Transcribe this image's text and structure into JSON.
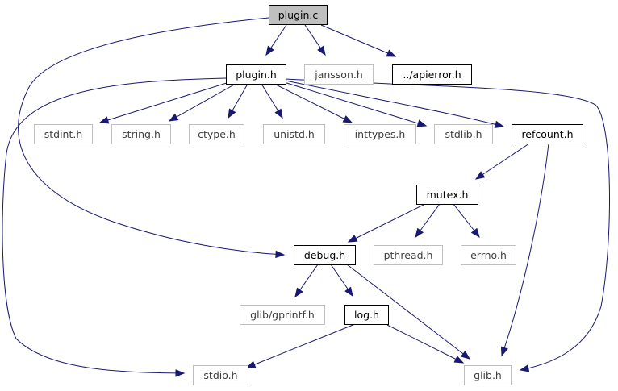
{
  "graph": {
    "colors": {
      "edge": "#191970",
      "focus_fill": "#bfbfbf",
      "documented_border": "#000000",
      "undocumented_border": "#bfbfbf",
      "documented_text": "#000000",
      "undocumented_text": "#3f3f3f"
    },
    "nodes": {
      "plugin_c": {
        "label": "plugin.c",
        "kind": "focus"
      },
      "plugin_h": {
        "label": "plugin.h",
        "kind": "documented"
      },
      "jansson_h": {
        "label": "jansson.h",
        "kind": "external"
      },
      "apierror_h": {
        "label": "../apierror.h",
        "kind": "documented"
      },
      "stdint_h": {
        "label": "stdint.h",
        "kind": "external"
      },
      "string_h": {
        "label": "string.h",
        "kind": "external"
      },
      "ctype_h": {
        "label": "ctype.h",
        "kind": "external"
      },
      "unistd_h": {
        "label": "unistd.h",
        "kind": "external"
      },
      "inttypes_h": {
        "label": "inttypes.h",
        "kind": "external"
      },
      "stdlib_h": {
        "label": "stdlib.h",
        "kind": "external"
      },
      "refcount_h": {
        "label": "refcount.h",
        "kind": "documented"
      },
      "mutex_h": {
        "label": "mutex.h",
        "kind": "documented"
      },
      "debug_h": {
        "label": "debug.h",
        "kind": "documented"
      },
      "pthread_h": {
        "label": "pthread.h",
        "kind": "external"
      },
      "errno_h": {
        "label": "errno.h",
        "kind": "external"
      },
      "gprintf_h": {
        "label": "glib/gprintf.h",
        "kind": "external"
      },
      "log_h": {
        "label": "log.h",
        "kind": "documented"
      },
      "stdio_h": {
        "label": "stdio.h",
        "kind": "external"
      },
      "glib_h": {
        "label": "glib.h",
        "kind": "external"
      }
    },
    "edges": [
      [
        "plugin_c",
        "plugin_h"
      ],
      [
        "plugin_c",
        "jansson_h"
      ],
      [
        "plugin_c",
        "apierror_h"
      ],
      [
        "plugin_c",
        "debug_h"
      ],
      [
        "plugin_h",
        "stdint_h"
      ],
      [
        "plugin_h",
        "string_h"
      ],
      [
        "plugin_h",
        "ctype_h"
      ],
      [
        "plugin_h",
        "unistd_h"
      ],
      [
        "plugin_h",
        "inttypes_h"
      ],
      [
        "plugin_h",
        "stdlib_h"
      ],
      [
        "plugin_h",
        "refcount_h"
      ],
      [
        "plugin_h",
        "stdio_h"
      ],
      [
        "plugin_h",
        "glib_h"
      ],
      [
        "refcount_h",
        "mutex_h"
      ],
      [
        "refcount_h",
        "glib_h"
      ],
      [
        "mutex_h",
        "debug_h"
      ],
      [
        "mutex_h",
        "pthread_h"
      ],
      [
        "mutex_h",
        "errno_h"
      ],
      [
        "debug_h",
        "gprintf_h"
      ],
      [
        "debug_h",
        "log_h"
      ],
      [
        "debug_h",
        "glib_h"
      ],
      [
        "log_h",
        "stdio_h"
      ],
      [
        "log_h",
        "glib_h"
      ]
    ]
  }
}
